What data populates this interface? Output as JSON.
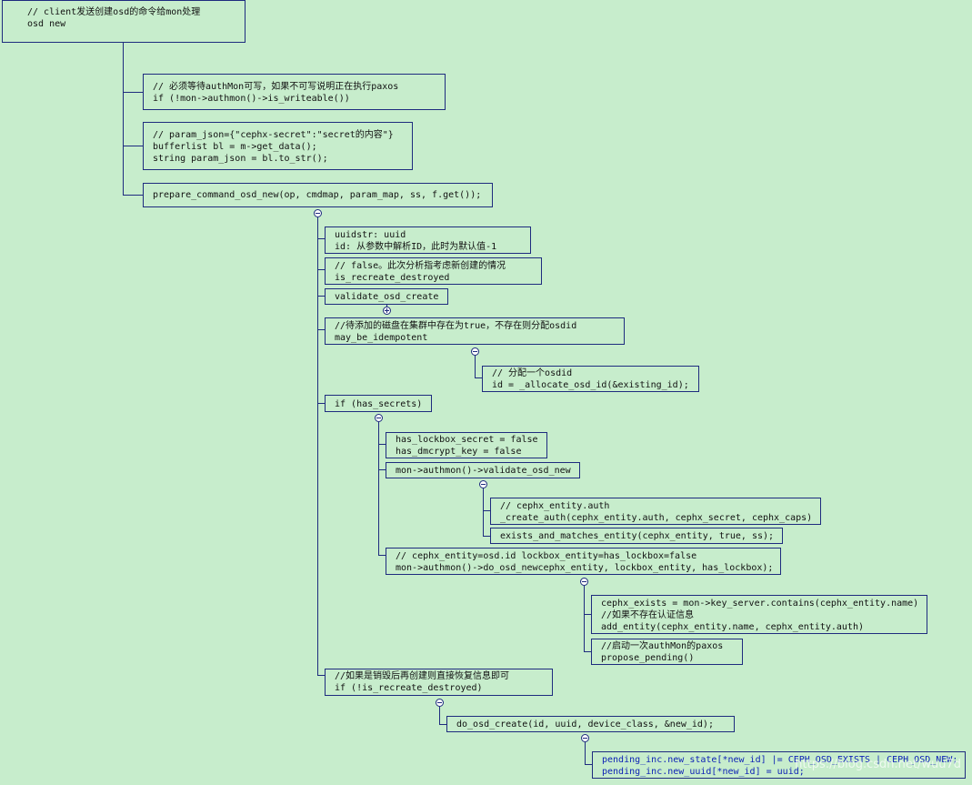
{
  "nodes": [
    {
      "id": "osd-new",
      "lines": [
        "// client发送创建osd的命令给mon处理",
        "osd new"
      ]
    },
    {
      "id": "authmon-writeable",
      "lines": [
        "// 必须等待authMon可写，如果不可写说明正在执行paxos",
        "if (!mon->authmon()->is_writeable())"
      ]
    },
    {
      "id": "param-json",
      "lines": [
        "// param_json={\"cephx-secret\":\"secret的内容\"}",
        "bufferlist bl = m->get_data();",
        "string param_json = bl.to_str();"
      ]
    },
    {
      "id": "prepare-command",
      "lines": [
        "prepare_command_osd_new(op, cmdmap, param_map, ss, f.get());"
      ]
    },
    {
      "id": "uuidstr",
      "lines": [
        "uuidstr: uuid",
        "id: 从参数中解析ID，此时为默认值-1"
      ]
    },
    {
      "id": "is-recreate",
      "lines": [
        "// false。此次分析指考虑新创建的情况",
        "is_recreate_destroyed"
      ]
    },
    {
      "id": "validate-osd-create",
      "lines": [
        "validate_osd_create"
      ]
    },
    {
      "id": "may-be-idempotent",
      "lines": [
        "//待添加的磁盘在集群中存在为true，不存在则分配osdid",
        "may_be_idempotent"
      ]
    },
    {
      "id": "allocate-osd-id",
      "lines": [
        "// 分配一个osdid",
        "id = _allocate_osd_id(&existing_id);"
      ]
    },
    {
      "id": "has-secrets",
      "lines": [
        "if (has_secrets)"
      ]
    },
    {
      "id": "lockbox-dmcrypt",
      "lines": [
        "has_lockbox_secret = false",
        "has_dmcrypt_key = false"
      ]
    },
    {
      "id": "validate-osd-new",
      "lines": [
        "mon->authmon()->validate_osd_new"
      ]
    },
    {
      "id": "create-auth",
      "lines": [
        "// cephx_entity.auth",
        "_create_auth(cephx_entity.auth, cephx_secret, cephx_caps)"
      ]
    },
    {
      "id": "exists-and-matches",
      "lines": [
        "exists_and_matches_entity(cephx_entity, true, ss);"
      ]
    },
    {
      "id": "do-osd-new",
      "lines": [
        "// cephx_entity=osd.id lockbox_entity=has_lockbox=false",
        "mon->authmon()->do_osd_newcephx_entity, lockbox_entity, has_lockbox);"
      ]
    },
    {
      "id": "cephx-exists",
      "lines": [
        "cephx_exists = mon->key_server.contains(cephx_entity.name)",
        "//如果不存在认证信息",
        "add_entity(cephx_entity.name, cephx_entity.auth)"
      ]
    },
    {
      "id": "propose-pending",
      "lines": [
        "//启动一次authMon的paxos",
        "propose_pending()"
      ]
    },
    {
      "id": "if-not-recreate",
      "lines": [
        "//如果是销毁后再创建则直接恢复信息即可",
        "if (!is_recreate_destroyed)"
      ]
    },
    {
      "id": "do-osd-create",
      "lines": [
        "do_osd_create(id, uuid, device_class, &new_id);"
      ]
    },
    {
      "id": "pending-inc",
      "lines": [
        "pending_inc.new_state[*new_id] |= CEPH_OSD_EXISTS | CEPH_OSD_NEW;",
        "pending_inc.new_uuid[*new_id] = uuid;"
      ]
    }
  ],
  "watermark": "https://blog.csdn.net/wuu7d",
  "colors": {
    "background": "#c7edcc",
    "line": "#1e2b7e",
    "text": "#111111",
    "blue_text": "#0b1fb5"
  }
}
